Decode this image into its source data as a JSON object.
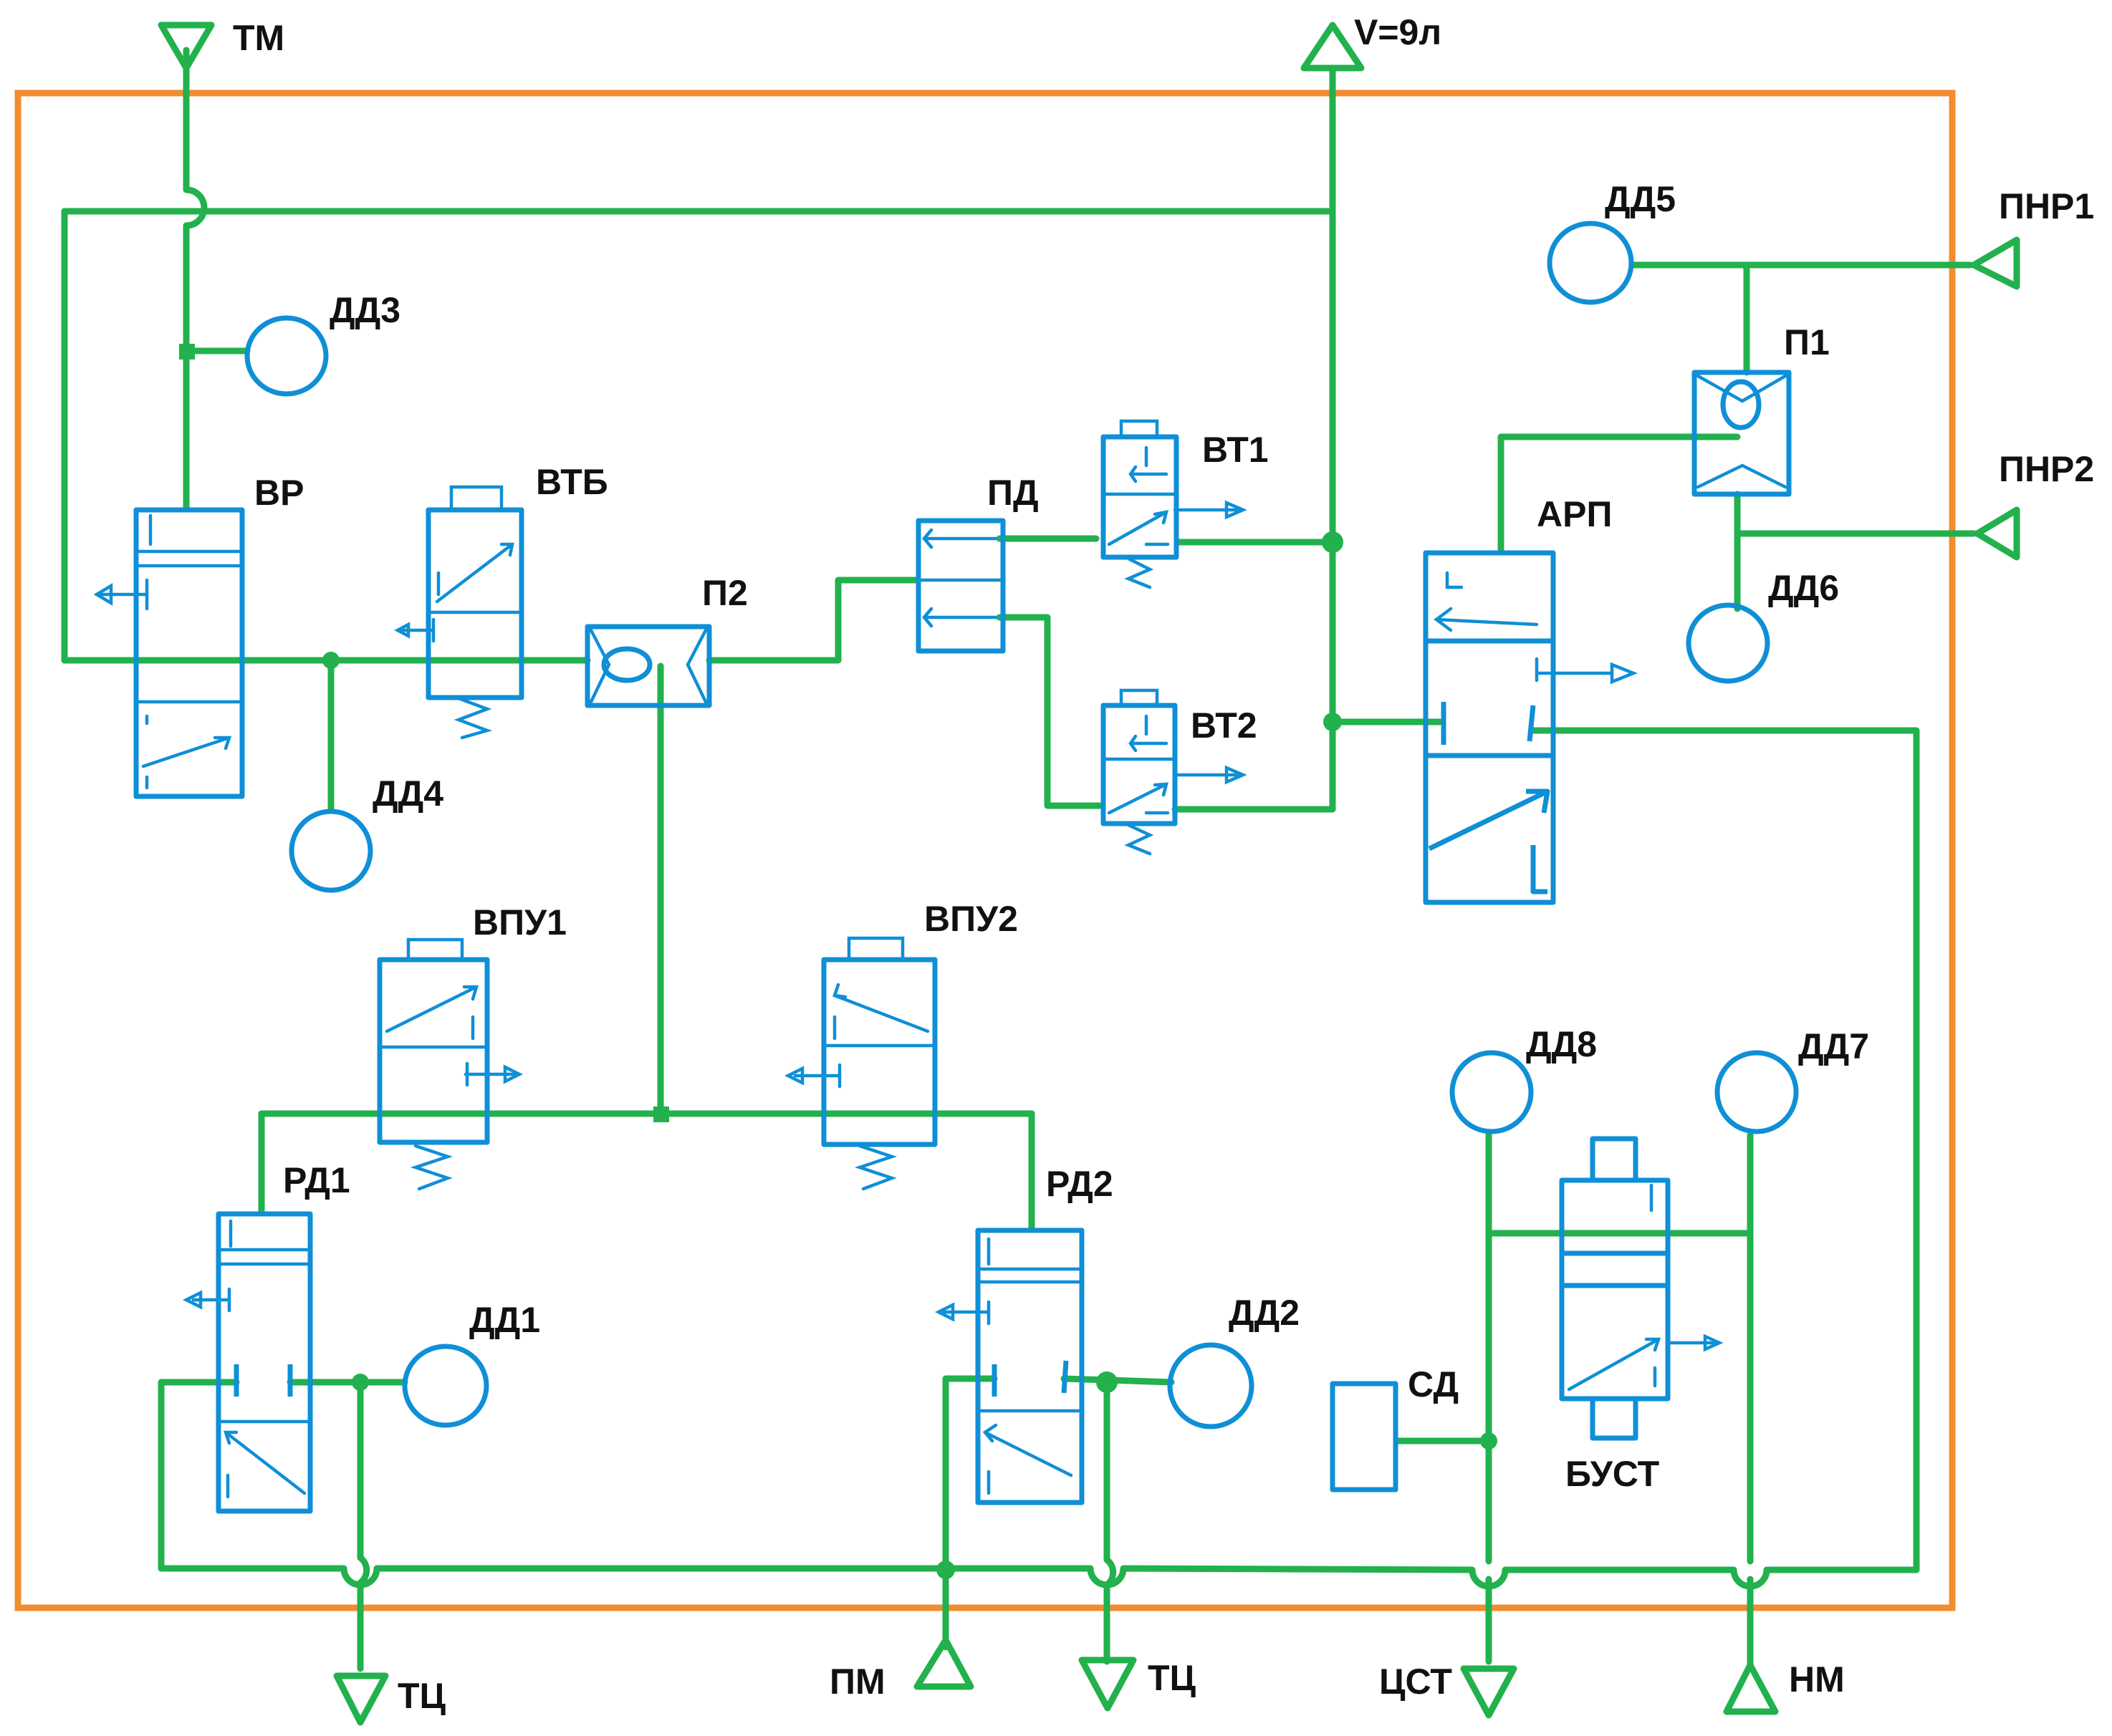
{
  "colors": {
    "pipe": "#22b14c",
    "device": "#0f8fd6",
    "frame": "#f28c30",
    "label": "#111111"
  },
  "labels": {
    "tm": "ТМ",
    "volume": "V=9л",
    "dd1": "ДД1",
    "dd2": "ДД2",
    "dd3": "ДД3",
    "dd4": "ДД4",
    "dd5": "ДД5",
    "dd6": "ДД6",
    "dd7": "ДД7",
    "dd8": "ДД8",
    "vr": "ВР",
    "vtb": "ВТБ",
    "p1": "П1",
    "p2": "П2",
    "pd": "ПД",
    "vt1": "ВТ1",
    "vt2": "ВТ2",
    "arp": "АРП",
    "vpu1": "ВПУ1",
    "vpu2": "ВПУ2",
    "rd1": "РД1",
    "rd2": "РД2",
    "sd": "СД",
    "bust": "БУСТ",
    "pnr1": "ПНР1",
    "pnr2": "ПНР2",
    "tc_left": "ТЦ",
    "tc_right": "ТЦ",
    "pm": "ПМ",
    "cst": "ЦСТ",
    "nm": "НМ"
  }
}
